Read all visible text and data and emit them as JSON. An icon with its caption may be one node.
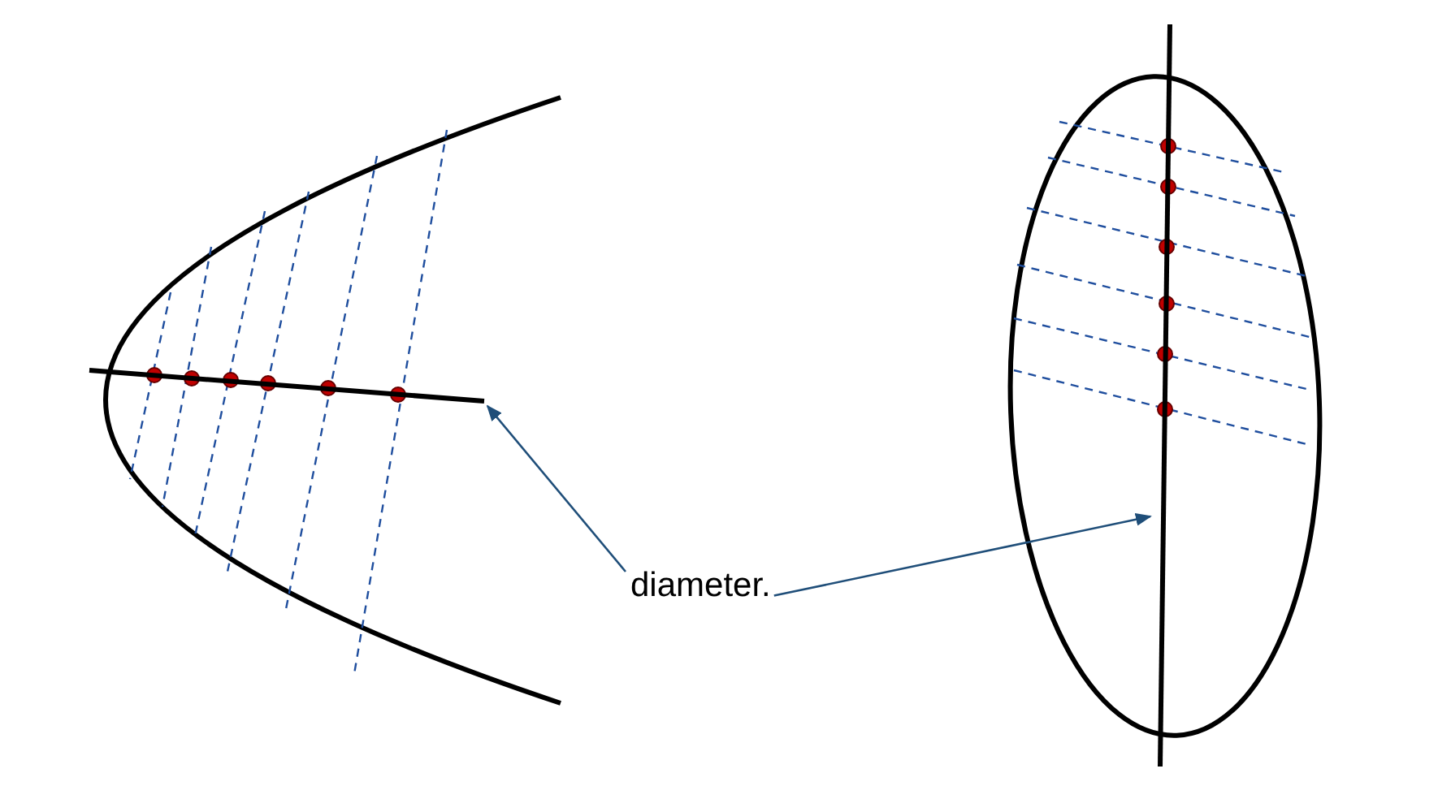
{
  "diagram": {
    "nodes": [
      {
        "text": [],
        "shape": "line"
      },
      {
        "text": [
          "diameter."
        ]
      },
      {
        "text": [],
        "shape": "line"
      }
    ],
    "edges": [
      {
        "from": 1,
        "to": 0,
        "arrow": "to"
      },
      {
        "from": 1,
        "to": 2,
        "arrow": "to"
      }
    ]
  }
}
